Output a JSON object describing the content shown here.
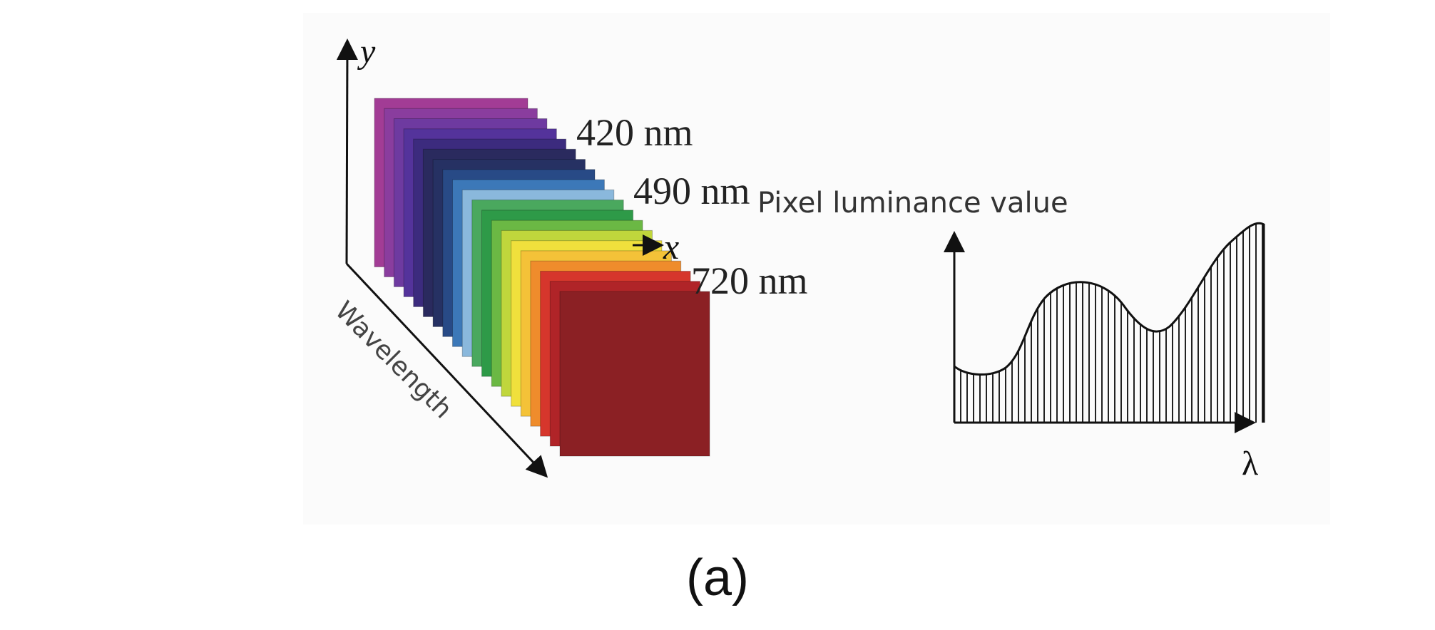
{
  "diagram": {
    "cube": {
      "axis_y_label": "y",
      "axis_x_label": "x",
      "axis_wavelength_label": "Wavelength",
      "band_labels": [
        "420 nm",
        "490 nm",
        "720 nm"
      ],
      "band_colors": [
        "#a23c95",
        "#8a3d9e",
        "#6e3aa0",
        "#54339b",
        "#3c2b7e",
        "#2a2a5e",
        "#263163",
        "#284a86",
        "#3c78b8",
        "#8ab8dc",
        "#4aa85e",
        "#2e9a48",
        "#6bb844",
        "#c0d63c",
        "#f0e03c",
        "#f4c238",
        "#ef8c2c",
        "#d6362c",
        "#b02428",
        "#8b2024"
      ]
    },
    "spectrum": {
      "ylabel": "Pixel luminance value",
      "xlabel": "λ"
    }
  },
  "caption": "(a)"
}
